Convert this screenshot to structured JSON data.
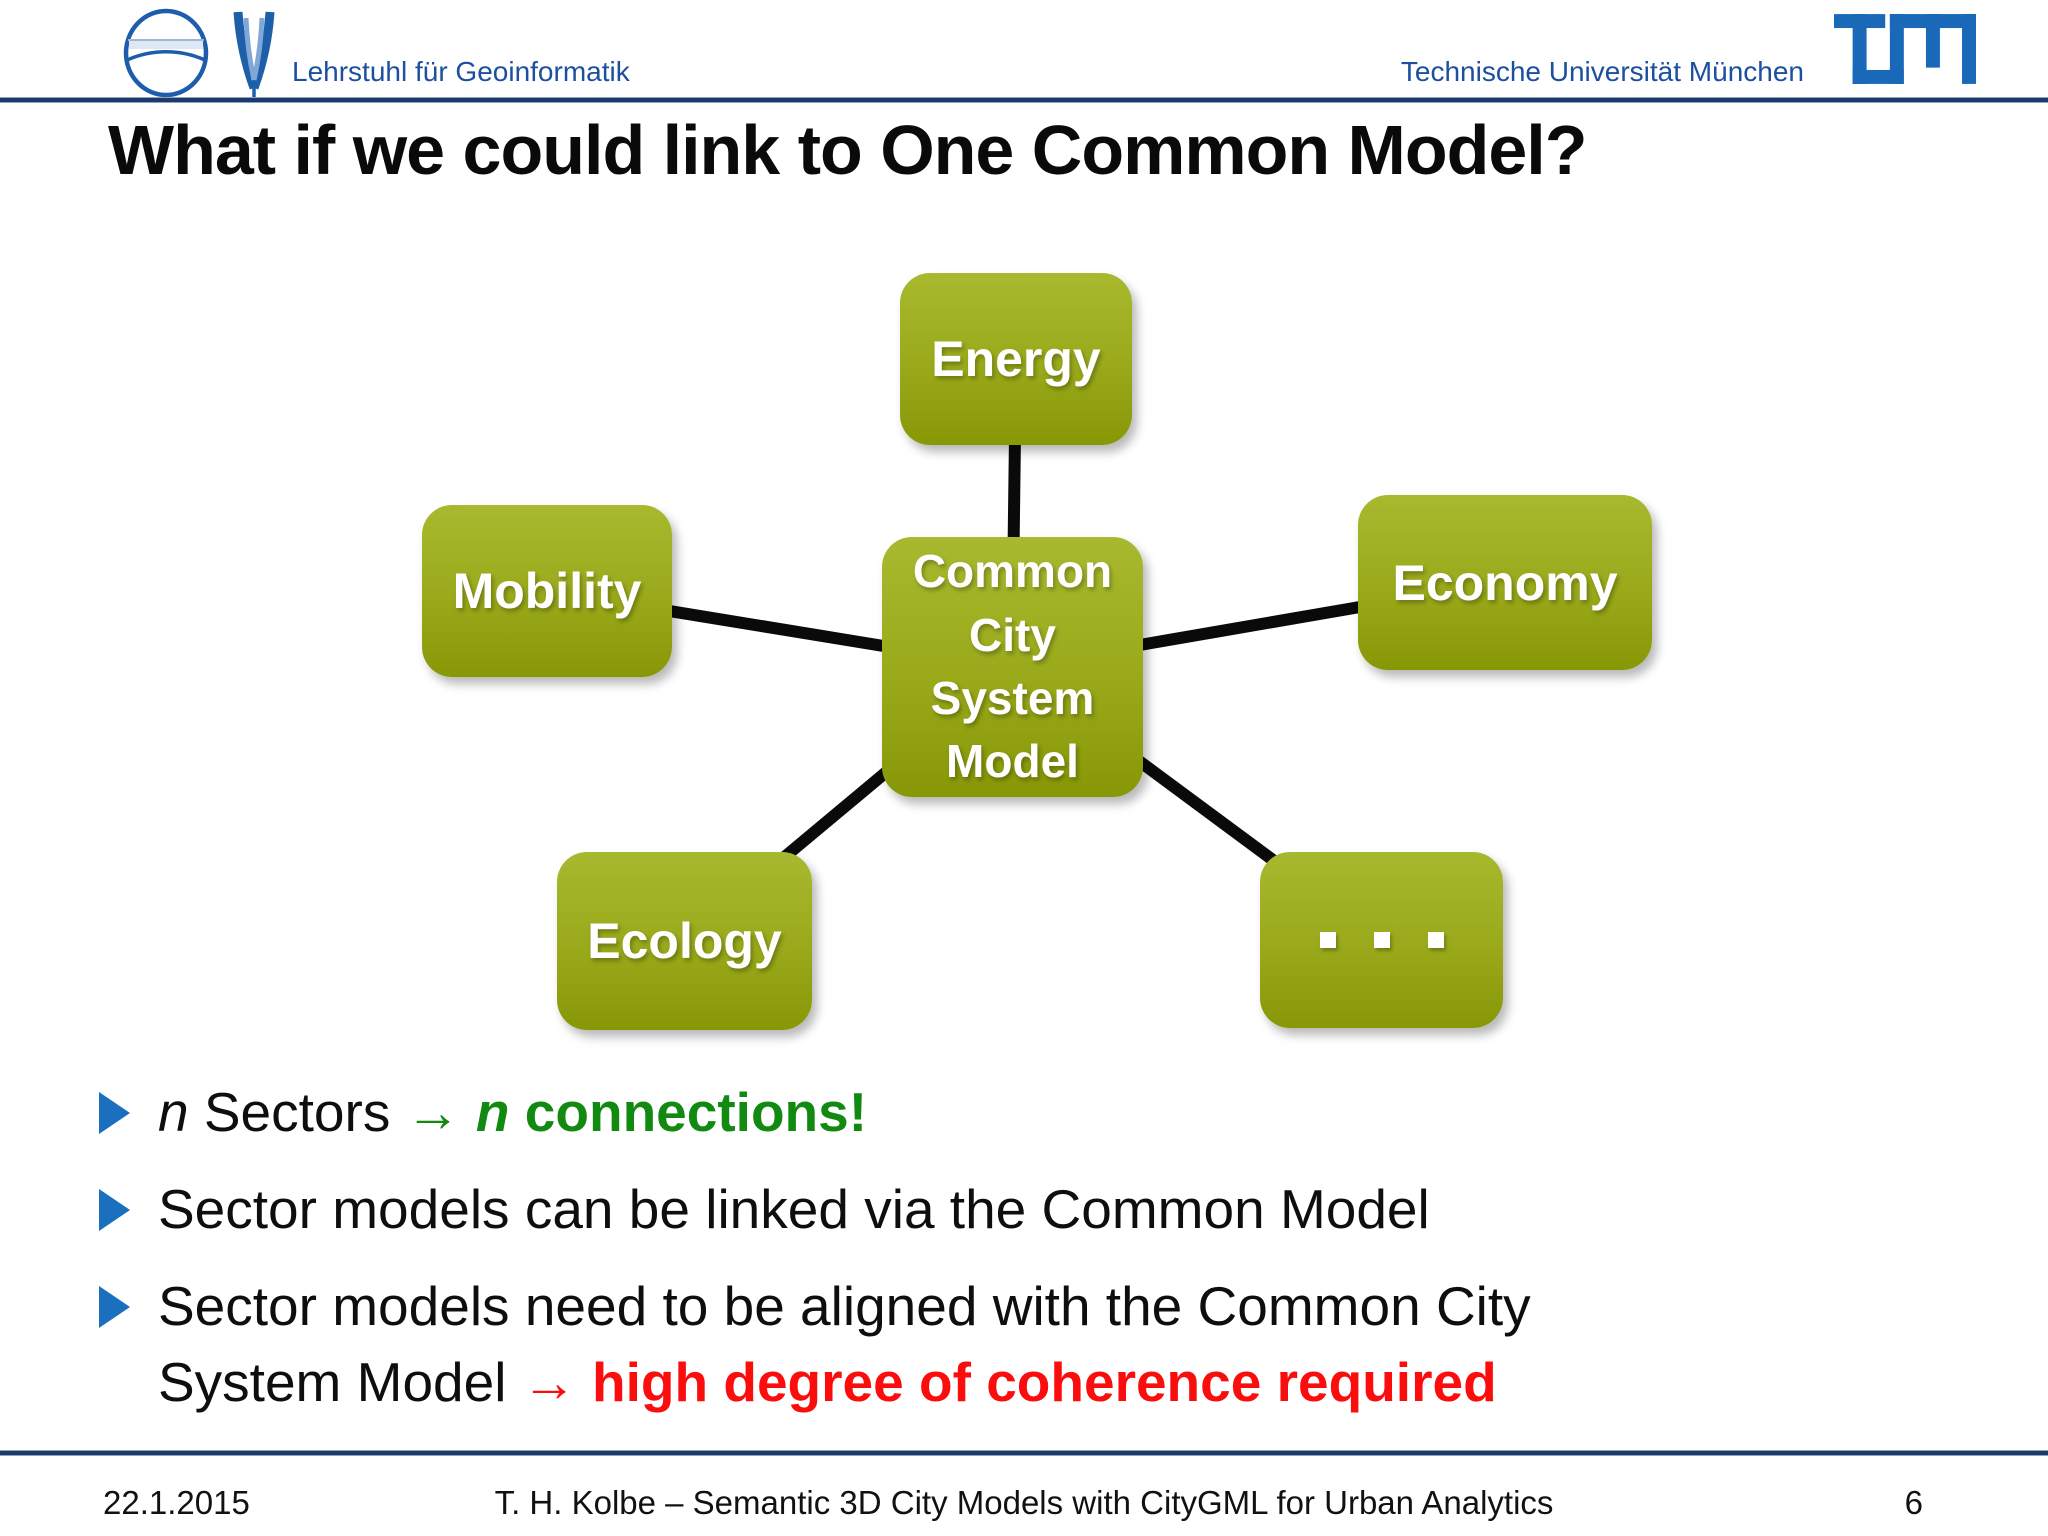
{
  "header": {
    "department": "Lehrstuhl für Geoinformatik",
    "university": "Technische Universität München"
  },
  "title": "What if we could link to One Common Model?",
  "diagram": {
    "center": {
      "label": "Common\nCity\nSystem\nModel"
    },
    "nodes": [
      {
        "id": "energy",
        "label": "Energy"
      },
      {
        "id": "mobility",
        "label": "Mobility"
      },
      {
        "id": "economy",
        "label": "Economy"
      },
      {
        "id": "ecology",
        "label": "Ecology"
      },
      {
        "id": "others",
        "label": ". . ."
      }
    ]
  },
  "bullets": {
    "b1": {
      "n1": "n",
      "mid": " Sectors ",
      "arrow": "→ ",
      "n2": "n",
      "rest": " connections!"
    },
    "b2": {
      "text": "Sector models can be linked via the Common Model"
    },
    "b3": {
      "black": "Sector models need to be aligned with the Common City System Model ",
      "red": "→ high degree of coherence required"
    }
  },
  "footer": {
    "date": "22.1.2015",
    "caption": "T. H. Kolbe – Semantic 3D City Models with CityGML for Urban Analytics",
    "page": "6"
  },
  "colors": {
    "node_green_top": "#a8b92f",
    "node_green_bottom": "#879706",
    "accent_green": "#128a12",
    "accent_red": "#fb0d0d",
    "bullet_blue": "#1a6fbf",
    "header_blue": "#1c4fa0",
    "tum_blue": "#1a68b8",
    "rule_navy": "#1d3a6e"
  }
}
